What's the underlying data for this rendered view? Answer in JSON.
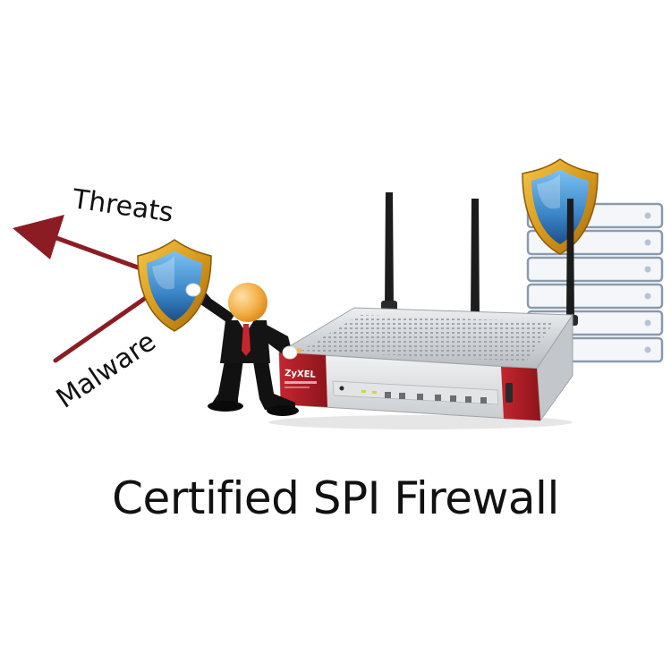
{
  "labels": {
    "threats": "Threats",
    "malware": "Malware",
    "brand": "ZyXEL",
    "caption": "Certified SPI Firewall"
  },
  "colors": {
    "arrow": "#8c1c24",
    "shield_gold": "#d99a1c",
    "shield_blue": "#3a86c8",
    "router_red": "#b2212a",
    "router_silver": "#d4d6d8",
    "server_outline": "#8a9aae",
    "server_fill": "#f4f6f9"
  },
  "icons": {
    "left_shield": "shield-icon",
    "server_shield": "shield-icon",
    "person": "businessman-figure",
    "device": "firewall-router"
  }
}
